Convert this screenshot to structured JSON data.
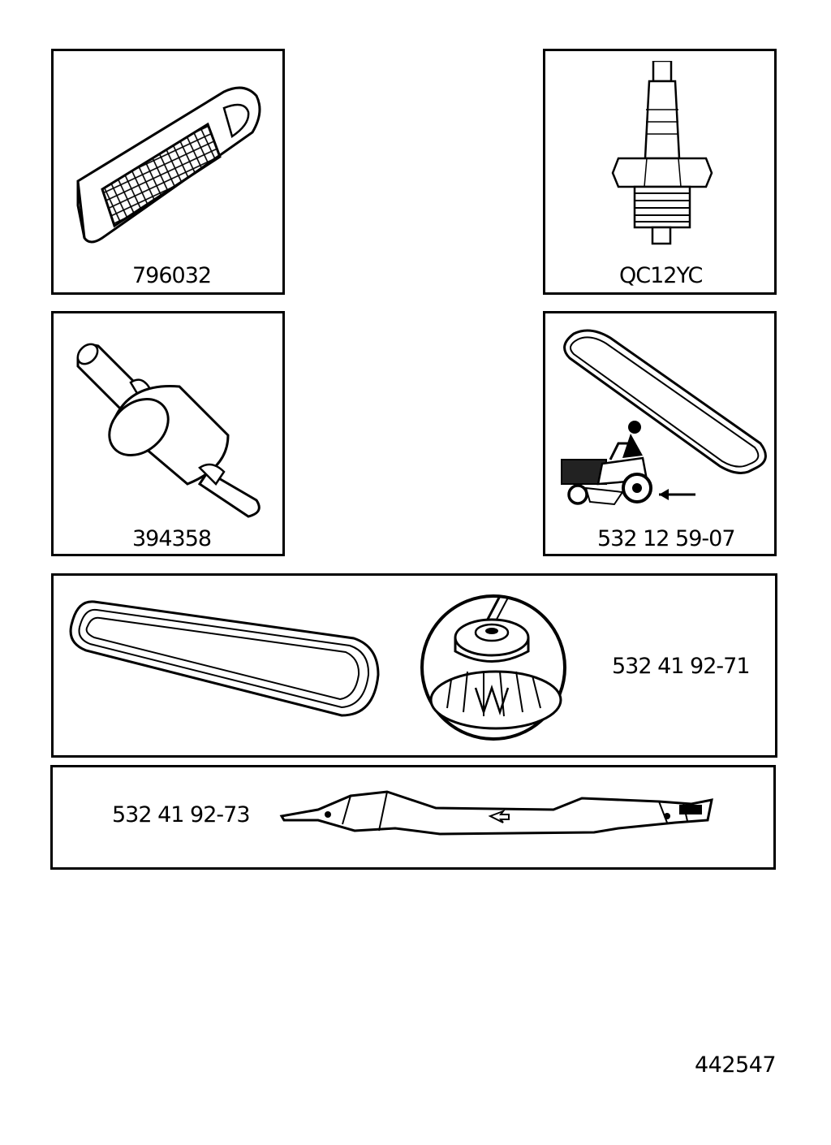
{
  "parts": {
    "air_filter": {
      "number": "796032",
      "icon": "air-filter-icon"
    },
    "spark_plug": {
      "number": "QC12YC",
      "icon": "spark-plug-icon"
    },
    "fuel_filter": {
      "number": "394358",
      "icon": "fuel-filter-icon"
    },
    "drive_belt": {
      "number": "532 12 59-07",
      "icon": "drive-belt-icon"
    },
    "mower_belt_pulley": {
      "number": "532 41 92-71",
      "icon": "pulley-icon"
    },
    "blade": {
      "number": "532 41 92-73",
      "icon": "mower-blade-icon"
    }
  },
  "document": {
    "number": "442547"
  }
}
